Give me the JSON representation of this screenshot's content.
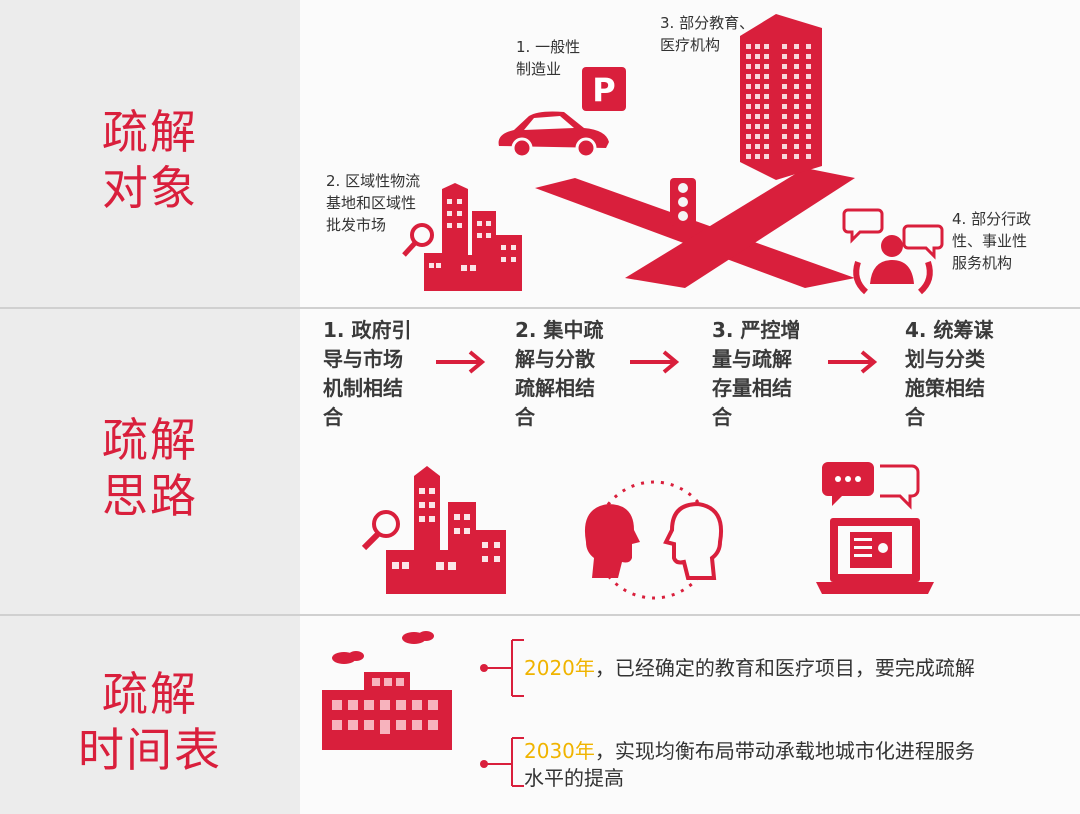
{
  "sections": {
    "targets": {
      "title_line1": "疏解",
      "title_line2": "对象",
      "items": [
        {
          "label": "1. 一般性\n制造业",
          "icon": "car-parking-icon"
        },
        {
          "label": "2. 区域性物流\n基地和区域性\n批发市场",
          "icon": "city-buildings-icon"
        },
        {
          "label": "3. 部分教育、\n医疗机构",
          "icon": "tall-building-icon"
        },
        {
          "label": "4. 部分行政\n性、事业性\n服务机构",
          "icon": "service-people-icon"
        }
      ]
    },
    "approach": {
      "title_line1": "疏解",
      "title_line2": "思路",
      "steps": [
        "1. 政府引\n导与市场\n机制相结\n合",
        "2. 集中疏\n解与分散\n疏解相结\n合",
        "3. 严控增\n量与疏解\n存量相结\n合",
        "4. 统筹谋\n划与分类\n施策相结\n合"
      ],
      "icons": [
        "city-search-icon",
        "people-dialogue-icon",
        "laptop-chat-icon"
      ]
    },
    "timeline": {
      "title_line1": "疏解",
      "title_line2": "时间表",
      "entries": [
        {
          "year": "2020年",
          "text": "，已经确定的教育和医疗项目，要完成疏解"
        },
        {
          "year": "2030年",
          "text": "，实现均衡布局带动承载地城市化进程服务\n水平的提高"
        }
      ]
    }
  },
  "colors": {
    "accent": "#d91f3c",
    "year": "#f0b400",
    "text": "#333333"
  }
}
